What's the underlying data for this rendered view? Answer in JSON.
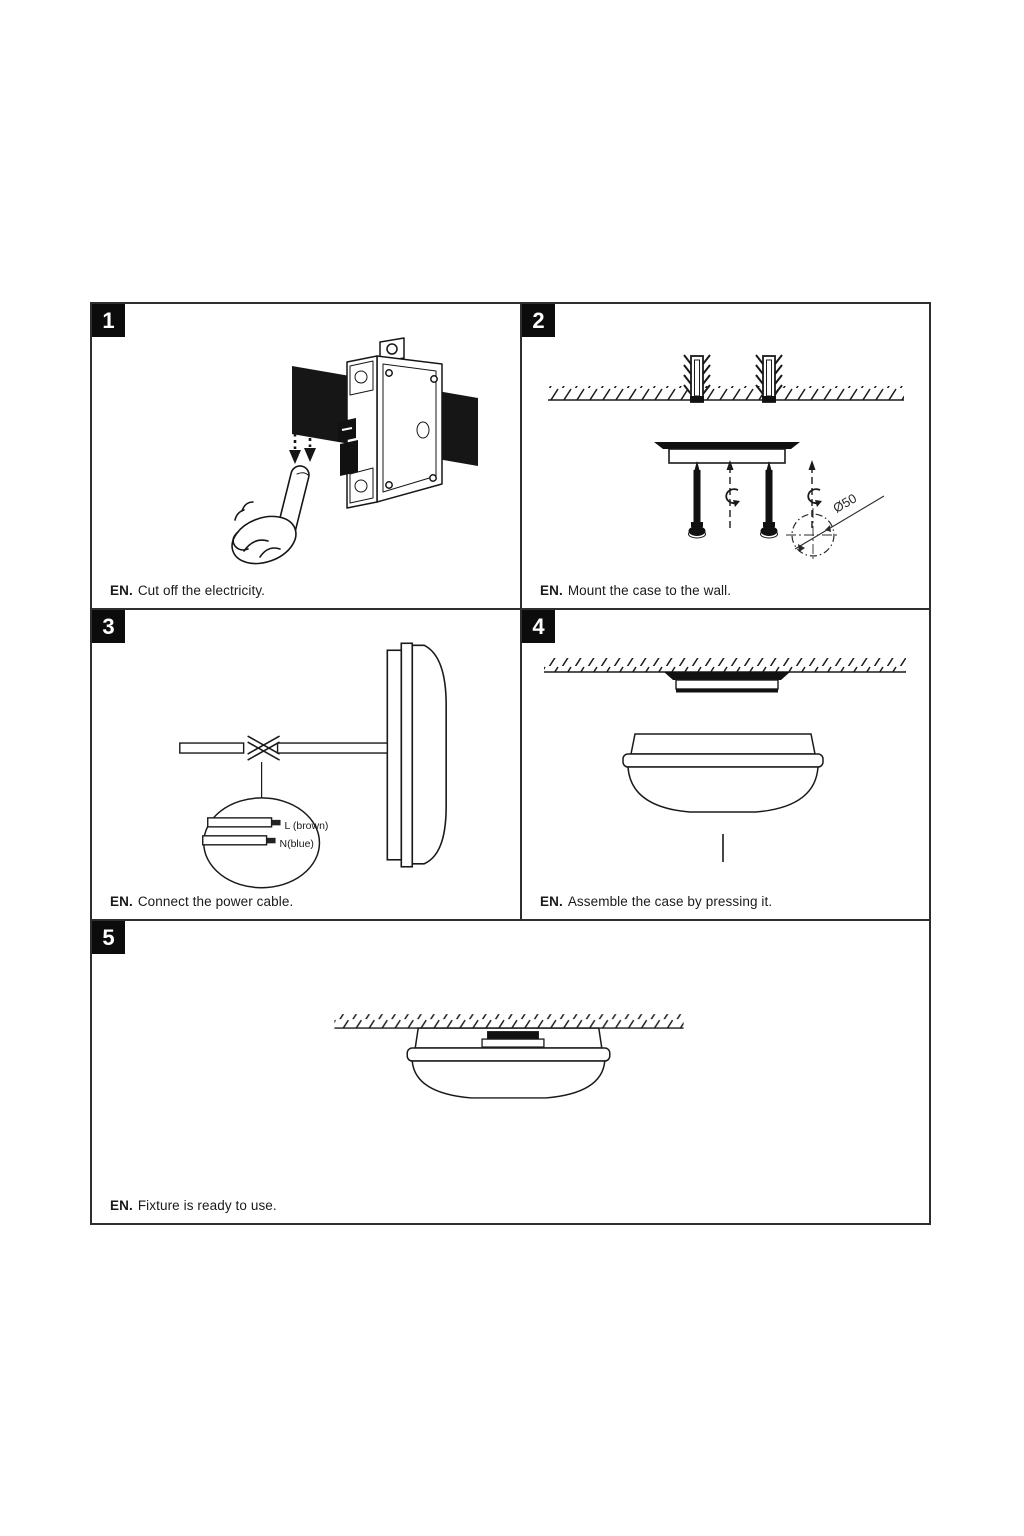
{
  "document": {
    "type": "luminaire-installation-instructions",
    "page_background": "#ffffff",
    "line_color": "#1a1a1a"
  },
  "steps": [
    {
      "number": "1",
      "lang": "EN.",
      "caption": "Cut off the electricity.",
      "illustration": "circuit-breaker-switched-off-by-hand"
    },
    {
      "number": "2",
      "lang": "EN.",
      "caption": "Mount the case to the wall.",
      "illustration": "wall-plugs-and-screws",
      "dimension_label": "Ø50"
    },
    {
      "number": "3",
      "lang": "EN.",
      "caption": "Connect the power cable.",
      "illustration": "power-cable-to-fixture",
      "wire_labels": [
        "L (brown)",
        "N(blue)"
      ]
    },
    {
      "number": "4",
      "lang": "EN.",
      "caption": "Assemble the case by pressing it.",
      "illustration": "press-cover-onto-base"
    },
    {
      "number": "5",
      "lang": "EN.",
      "caption": "Fixture is ready to use.",
      "illustration": "fixture-mounted-on-ceiling"
    }
  ]
}
